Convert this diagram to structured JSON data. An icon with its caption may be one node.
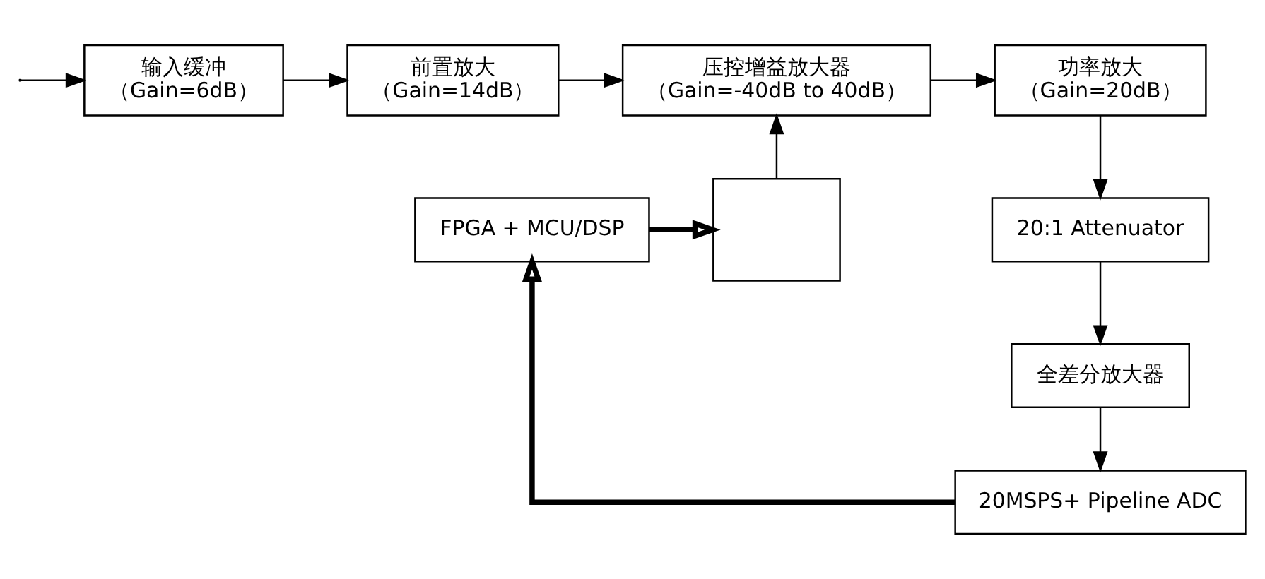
{
  "diagram": {
    "nodes": [
      {
        "text": [
          "输入缓冲",
          "（Gain=6dB）"
        ]
      },
      {
        "text": [
          "前置放大",
          "（Gain=14dB）"
        ]
      },
      {
        "text": [
          "压控增益放大器",
          "（Gain=-40dB to 40dB）"
        ]
      },
      {
        "text": [
          "功率放大",
          "（Gain=20dB）"
        ]
      },
      {
        "text": [
          "FPGA + MCU/DSP"
        ]
      },
      {
        "text": [],
        "shape": "box"
      },
      {
        "text": [
          "20:1 Attenuator"
        ]
      },
      {
        "text": [
          "全差分放大器"
        ]
      },
      {
        "text": [
          "20MSPS+ Pipeline ADC"
        ]
      }
    ],
    "edges": [
      {
        "from": null,
        "to": 0,
        "arrow": "to"
      },
      {
        "from": 0,
        "to": 1,
        "arrow": "to"
      },
      {
        "from": 1,
        "to": 2,
        "arrow": "to"
      },
      {
        "from": 2,
        "to": 3,
        "arrow": "to"
      },
      {
        "from": 3,
        "to": 6,
        "arrow": "to"
      },
      {
        "from": 6,
        "to": 7,
        "arrow": "to"
      },
      {
        "from": 7,
        "to": 8,
        "arrow": "to"
      },
      {
        "from": 8,
        "to": 4,
        "arrow": "to",
        "style": "thick"
      },
      {
        "from": 4,
        "to": 5,
        "arrow": "to",
        "style": "thick"
      },
      {
        "from": 5,
        "to": 2,
        "arrow": "to"
      }
    ]
  }
}
